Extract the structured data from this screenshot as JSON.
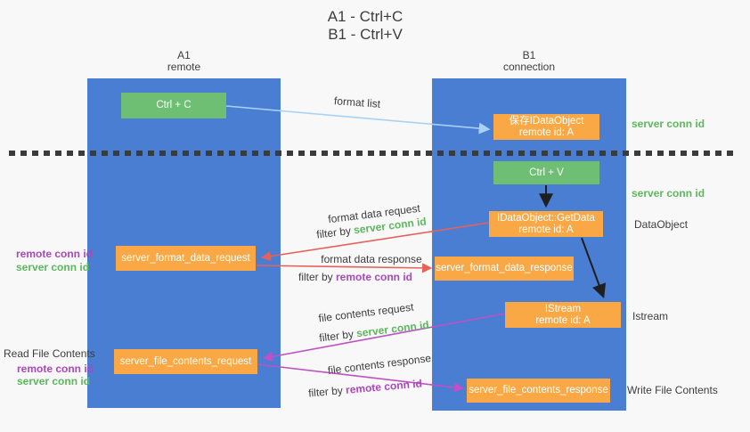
{
  "title": {
    "line1": "A1 - Ctrl+C",
    "line2": "B1 - Ctrl+V"
  },
  "columns": {
    "left": {
      "id": "A1",
      "name": "remote"
    },
    "right": {
      "id": "B1",
      "name": "connection"
    }
  },
  "nodes": {
    "ctrl_c": "Ctrl + C",
    "ctrl_v": "Ctrl + V",
    "save_idataobject": {
      "line1": "保存IDataObject",
      "line2": "remote id: A"
    },
    "getdata": {
      "line1": "IDataObject::GetData",
      "line2": "remote id: A"
    },
    "istream": {
      "line1": "IStream",
      "line2": "remote id: A"
    },
    "server_format_data_request": "server_format_data_request",
    "server_format_data_response": "server_format_data_response",
    "server_file_contents_request": "server_file_contents_request",
    "server_file_contents_response": "server_file_contents_response"
  },
  "arrow_labels": {
    "format_list": "format list",
    "format_data_request": "format data request",
    "format_data_response": "format data response",
    "file_contents_request": "file contents request",
    "file_contents_response": "file contents response",
    "filter_by": "filter by ",
    "server_conn_id": "server conn id",
    "remote_conn_id": "remote conn id"
  },
  "side_labels": {
    "remote_conn_id": "remote conn id",
    "server_conn_id": "server conn id",
    "read_file_contents": "Read File Contents",
    "write_file_contents": "Write File Contents",
    "dataobject": "DataObject",
    "istream": "Istream"
  },
  "colors": {
    "column_blue": "#4a7ed3",
    "node_orange": "#f9a845",
    "node_green": "#6ebf73",
    "arrow_red": "#e5625a",
    "arrow_magenta": "#bf50c6",
    "arrow_lightblue": "#a9d2f2",
    "arrow_black": "#1f1f1f",
    "label_green": "#5cb85c",
    "label_purple": "#ab47bc",
    "text_dark": "#3d3d3d",
    "background": "#f8f8f8"
  }
}
